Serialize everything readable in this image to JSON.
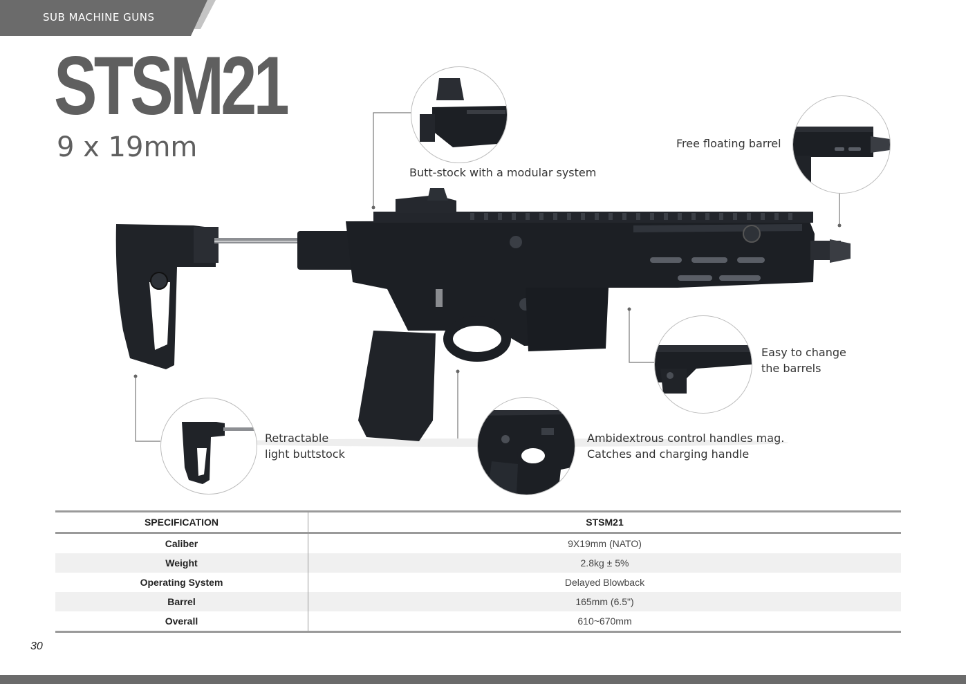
{
  "header": {
    "section": "SUB MACHINE GUNS"
  },
  "product": {
    "name": "STSM21",
    "caliber": "9 x 19mm"
  },
  "callouts": {
    "buttstock_modular": "Butt-stock with a modular system",
    "free_floating": "Free floating barrel",
    "easy_change_1": "Easy to change",
    "easy_change_2": "the barrels",
    "retractable_1": "Retractable",
    "retractable_2": "light buttstock",
    "ambi_1": "Ambidextrous control handles mag.",
    "ambi_2": "Catches  and charging handle"
  },
  "spec_table": {
    "header": [
      "SPECIFICATION",
      "STSM21"
    ],
    "rows": [
      {
        "key": "Caliber",
        "value": "9X19mm (NATO)"
      },
      {
        "key": "Weight",
        "value": "2.8kg ± 5%"
      },
      {
        "key": "Operating System",
        "value": "Delayed Blowback"
      },
      {
        "key": "Barrel",
        "value": "165mm (6.5\")"
      },
      {
        "key": "Overall",
        "value": "610~670mm"
      }
    ]
  },
  "footer": {
    "page_number": "30"
  },
  "colors": {
    "tab": "#6b6b6b",
    "title": "#5f5f5f",
    "metal": "#1c1f24",
    "rule": "#9a9a9a"
  }
}
